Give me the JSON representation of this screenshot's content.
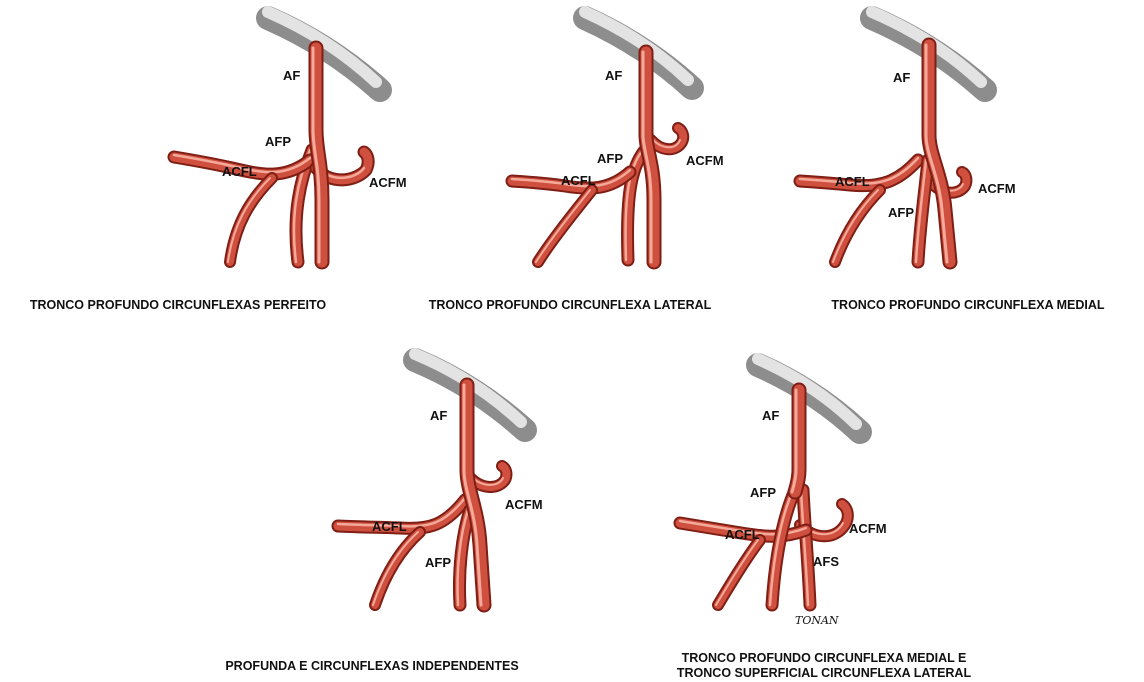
{
  "colors": {
    "artery": "#d0503f",
    "artery_outline": "#7e1e14",
    "artery_highlight": "#f3aa9a",
    "bone": "#8d8d8d"
  },
  "panels": [
    {
      "caption_lines": [
        "TRONCO PROFUNDO CIRCUNFLEXAS PERFEITO"
      ],
      "labels": {
        "af": "AF",
        "afp": "AFP",
        "acfl": "ACFL",
        "acfm": "ACFM"
      }
    },
    {
      "caption_lines": [
        "TRONCO PROFUNDO CIRCUNFLEXA LATERAL"
      ],
      "labels": {
        "af": "AF",
        "afp": "AFP",
        "acfl": "ACFL",
        "acfm": "ACFM"
      }
    },
    {
      "caption_lines": [
        "TRONCO PROFUNDO CIRCUNFLEXA MEDIAL"
      ],
      "labels": {
        "af": "AF",
        "afp": "AFP",
        "acfl": "ACFL",
        "acfm": "ACFM"
      }
    },
    {
      "caption_lines": [
        "PROFUNDA E CIRCUNFLEXAS INDEPENDENTES"
      ],
      "labels": {
        "af": "AF",
        "afp": "AFP",
        "acfl": "ACFL",
        "acfm": "ACFM"
      }
    },
    {
      "caption_lines": [
        "TRONCO PROFUNDO CIRCUNFLEXA MEDIAL E",
        "TRONCO SUPERFICIAL CIRCUNFLEXA LATERAL"
      ],
      "labels": {
        "af": "AF",
        "afp": "AFP",
        "acfl": "ACFL",
        "acfm": "ACFM",
        "afs": "AFS"
      },
      "signature": "TONAN"
    }
  ]
}
